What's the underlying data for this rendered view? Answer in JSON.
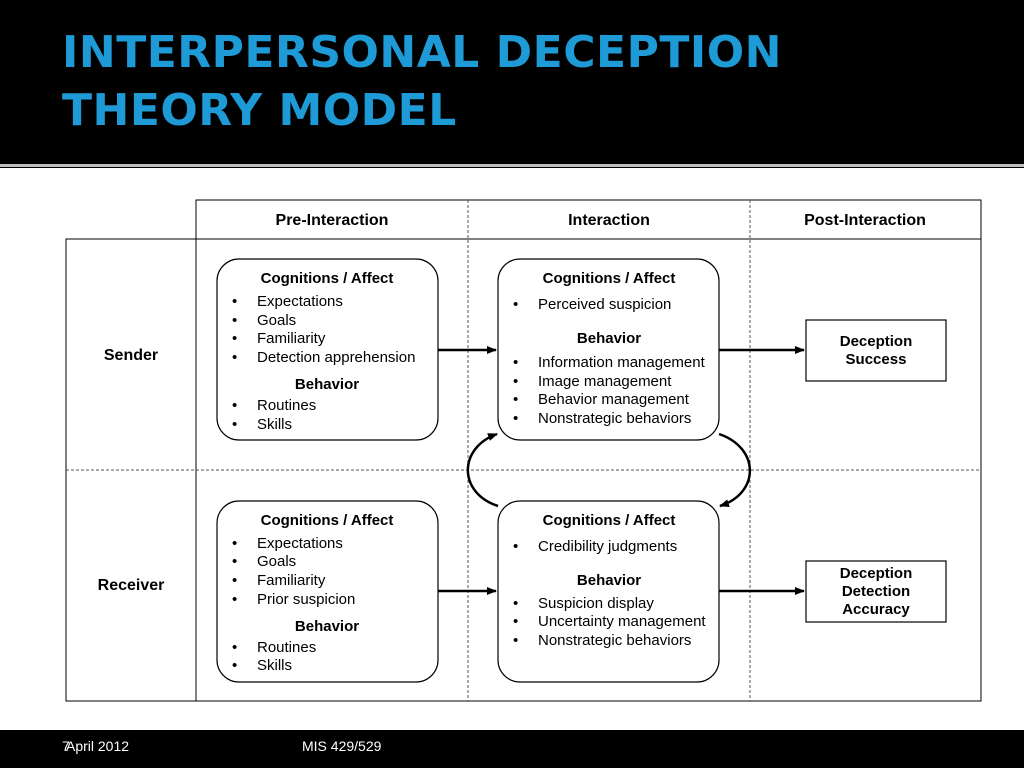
{
  "title": {
    "line1": "INTERPERSONAL DECEPTION",
    "line2": "THEORY MODEL"
  },
  "columns": [
    "Pre-Interaction",
    "Interaction",
    "Post-Interaction"
  ],
  "rows": [
    "Sender",
    "Receiver"
  ],
  "sender": {
    "pre": {
      "cognitions_title": "Cognitions / Affect",
      "cognitions": [
        "Expectations",
        "Goals",
        "Familiarity",
        "Detection apprehension"
      ],
      "behavior_title": "Behavior",
      "behavior": [
        "Routines",
        "Skills"
      ]
    },
    "interaction": {
      "cognitions_title": "Cognitions / Affect",
      "cognitions": [
        "Perceived suspicion"
      ],
      "behavior_title": "Behavior",
      "behavior": [
        "Information management",
        "Image management",
        "Behavior management",
        "Nonstrategic behaviors"
      ]
    },
    "outcome": [
      "Deception",
      "Success"
    ]
  },
  "receiver": {
    "pre": {
      "cognitions_title": "Cognitions / Affect",
      "cognitions": [
        "Expectations",
        "Goals",
        "Familiarity",
        "Prior suspicion"
      ],
      "behavior_title": "Behavior",
      "behavior": [
        "Routines",
        "Skills"
      ]
    },
    "interaction": {
      "cognitions_title": "Cognitions / Affect",
      "cognitions": [
        "Credibility judgments"
      ],
      "behavior_title": "Behavior",
      "behavior": [
        "Suspicion display",
        "Uncertainty management",
        "Nonstrategic behaviors"
      ]
    },
    "outcome": [
      "Deception",
      "Detection",
      "Accuracy"
    ]
  },
  "footer": {
    "slide_number": "7",
    "date": "April 2012",
    "course": "MIS 429/529"
  },
  "colors": {
    "title": "#1E9BD7",
    "background": "#000000",
    "divider": "#bfbfbf"
  }
}
